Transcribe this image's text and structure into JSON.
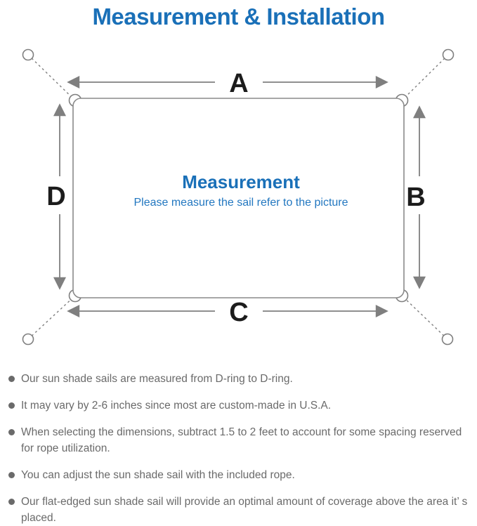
{
  "page": {
    "title": "Measurement & Installation"
  },
  "diagram": {
    "center_title": "Measurement",
    "center_subtitle": "Please measure the sail refer to the picture",
    "labels": {
      "top": "A",
      "right": "B",
      "bottom": "C",
      "left": "D"
    }
  },
  "notes": {
    "items": [
      "Our sun shade sails are measured from D-ring to D-ring.",
      "It may vary by 2-6 inches since most are custom-made in U.S.A.",
      "When selecting the dimensions, subtract 1.5 to 2 feet to account for some spacing reserved for rope utilization.",
      "You can adjust the sun shade sail with the included rope.",
      "Our flat-edged sun shade sail will provide an optimal amount of coverage above the area it’ s placed."
    ]
  },
  "colors": {
    "accent_blue": "#1a70b8",
    "subtitle_blue": "#2277c0",
    "diagram_line_gray": "#7f7f7f",
    "dimension_label_black": "#1c1c1c",
    "note_text_gray": "#6a6a6a"
  }
}
